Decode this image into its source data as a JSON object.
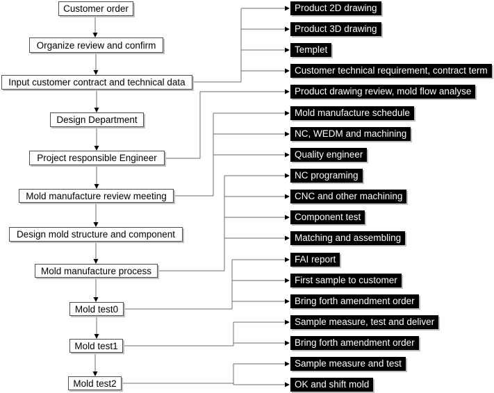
{
  "colors": {
    "background": "#ffffff",
    "step_fill": "#ffffff",
    "step_border": "#4d4d4d",
    "output_fill": "#000000",
    "output_text": "#ffffff",
    "connector_line": "#6e6e6e",
    "arrowhead": "#000000",
    "shadow": "#bfbfbf"
  },
  "flow": {
    "steps": [
      {
        "label": "Customer order"
      },
      {
        "label": "Organize review and confirm"
      },
      {
        "label": "Input customer contract and technical data"
      },
      {
        "label": "Design Department"
      },
      {
        "label": "Project responsible Engineer"
      },
      {
        "label": "Mold manufacture review meeting"
      },
      {
        "label": "Design mold structure and component"
      },
      {
        "label": "Mold manufacture process"
      },
      {
        "label": "Mold test0"
      },
      {
        "label": "Mold test1"
      },
      {
        "label": "Mold test2"
      }
    ],
    "outputs": [
      {
        "label": "Product 2D drawing",
        "source": "Input customer contract and technical data"
      },
      {
        "label": "Product 3D drawing",
        "source": "Input customer contract and technical data"
      },
      {
        "label": "Templet",
        "source": "Input customer contract and technical data"
      },
      {
        "label": "Customer technical requirement, contract term",
        "source": "Input customer contract and technical data"
      },
      {
        "label": "Product drawing review, mold flow analyse",
        "source": "Project responsible Engineer"
      },
      {
        "label": "Mold manufacture schedule",
        "source": "Mold manufacture review meeting"
      },
      {
        "label": "NC, WEDM and machining",
        "source": "Mold manufacture review meeting"
      },
      {
        "label": "Quality engineer",
        "source": "Mold manufacture review meeting"
      },
      {
        "label": "NC programing",
        "source": "Mold manufacture process"
      },
      {
        "label": "CNC and other machining",
        "source": "Mold manufacture process"
      },
      {
        "label": "Component test",
        "source": "Mold manufacture process"
      },
      {
        "label": "Matching and assembling",
        "source": "Mold manufacture process"
      },
      {
        "label": "FAI report",
        "source": "Mold test0"
      },
      {
        "label": "First sample to customer",
        "source": "Mold test0"
      },
      {
        "label": "Bring forth amendment order",
        "source": "Mold test0"
      },
      {
        "label": "Sample measure, test and deliver",
        "source": "Mold test1"
      },
      {
        "label": "Bring forth amendment order",
        "source": "Mold test1"
      },
      {
        "label": "Sample measure and test",
        "source": "Mold test2"
      },
      {
        "label": "OK and shift mold",
        "source": "Mold test2"
      }
    ]
  }
}
